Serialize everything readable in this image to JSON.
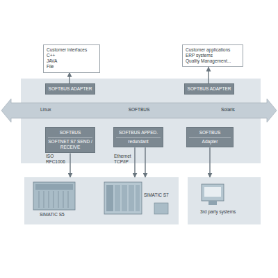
{
  "diagram": {
    "nodes": [
      {
        "text": [
          "Customer interfaces",
          "C++",
          "JAVA",
          "File"
        ]
      },
      {
        "text": [
          "Customer applications",
          "ERP systems",
          "Quality Management..."
        ]
      },
      {
        "text": [
          "SOFTBUS ADAPTER"
        ]
      },
      {
        "text": [
          "SOFTBUS ADAPTER"
        ]
      },
      {
        "text": [
          "Linux",
          "SOFTBUS",
          "Solaris"
        ]
      },
      {
        "text": [
          "SOFTBUS",
          "SOFTNET S7 SEND / RECEIVE"
        ]
      },
      {
        "text": [
          "SOFTBUS APPED.",
          "redundant"
        ]
      },
      {
        "text": [
          "SOFTBUS",
          "Adapter"
        ]
      },
      {
        "text": [
          "SIMATIC S5",
          "SIMATIC S7"
        ]
      },
      {
        "text": [
          "3rd party systems"
        ]
      }
    ],
    "edges": [
      {
        "from": 2,
        "to": 0,
        "arrow": "to"
      },
      {
        "from": 3,
        "to": 1,
        "arrow": "to"
      },
      {
        "from": 5,
        "to": 8,
        "arrow": "to"
      },
      {
        "from": 6,
        "to": 8,
        "arrow": "to"
      },
      {
        "from": 6,
        "to": 8,
        "arrow": "to"
      },
      {
        "from": 7,
        "to": 9,
        "arrow": "to"
      }
    ],
    "labels": [
      "ISO RFC1006",
      "Ethernet TCP/IP"
    ]
  }
}
